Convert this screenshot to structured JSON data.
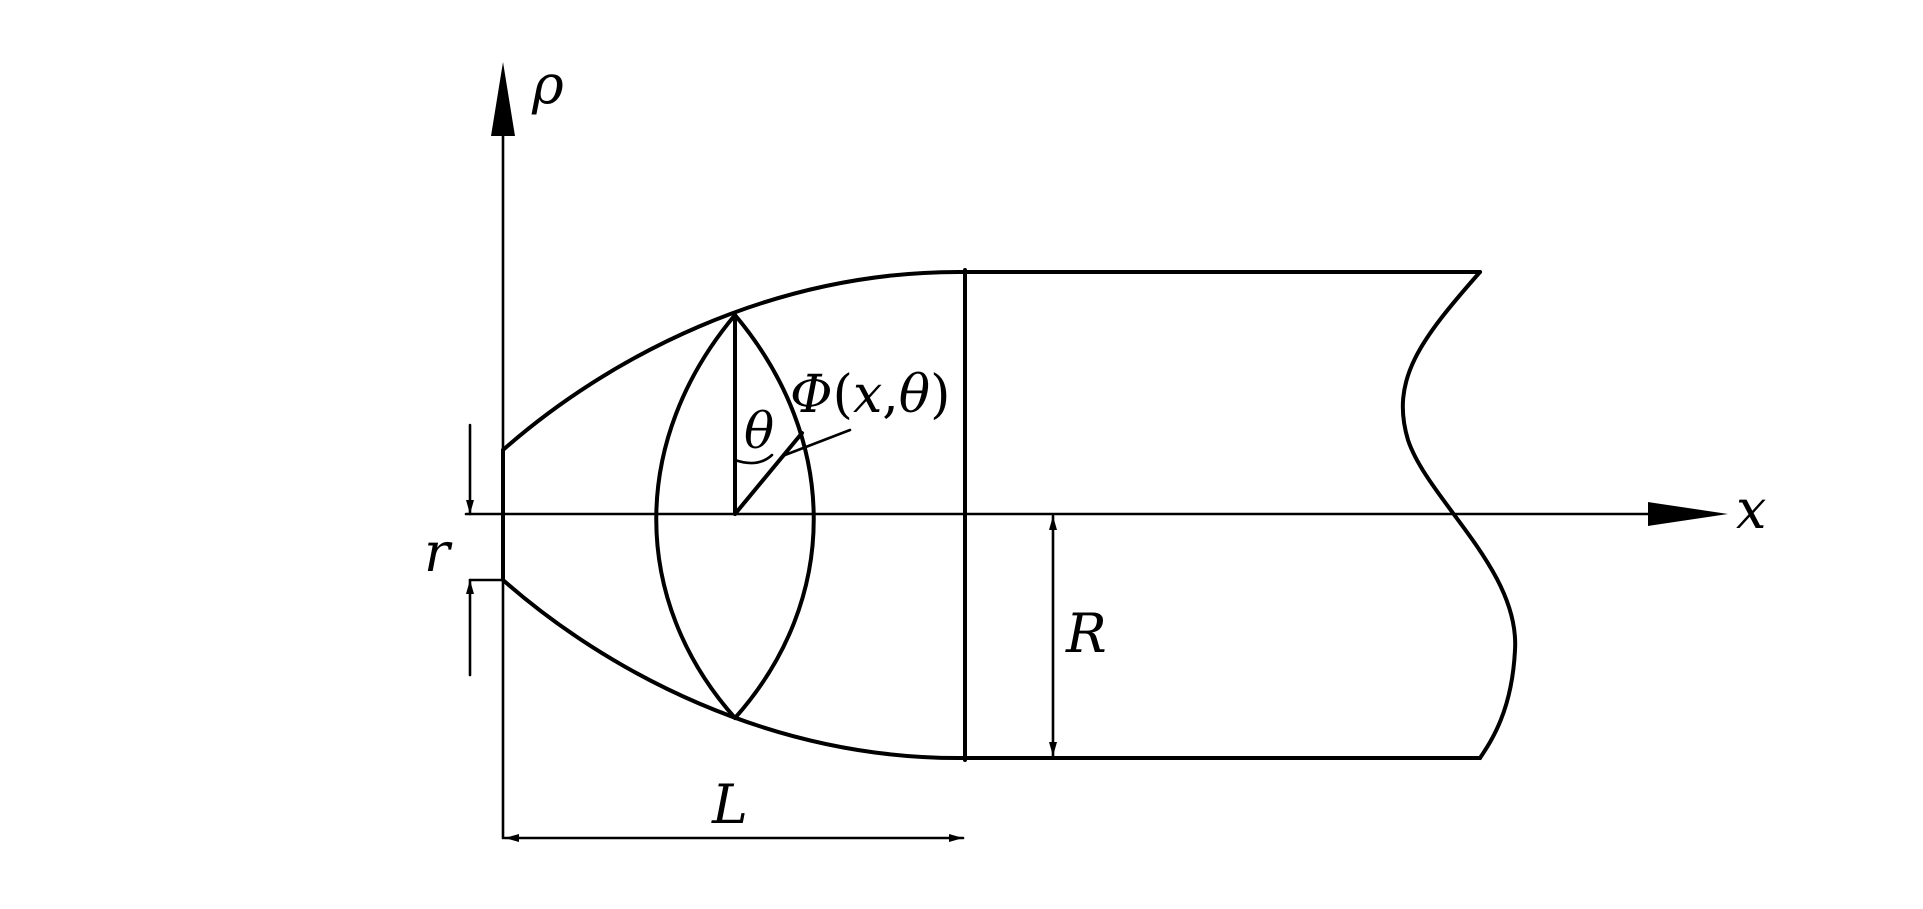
{
  "labels": {
    "axis_vertical": "ρ",
    "axis_horizontal": "x",
    "inner_radius": "r",
    "outer_radius": "R",
    "nose_length": "L",
    "angle": "θ",
    "surface_function": {
      "name": "Φ",
      "open": "(",
      "var1": "x",
      "comma": ",",
      "var2": "θ",
      "close": ")"
    }
  },
  "colors": {
    "stroke": "#000000",
    "background": "#ffffff"
  }
}
